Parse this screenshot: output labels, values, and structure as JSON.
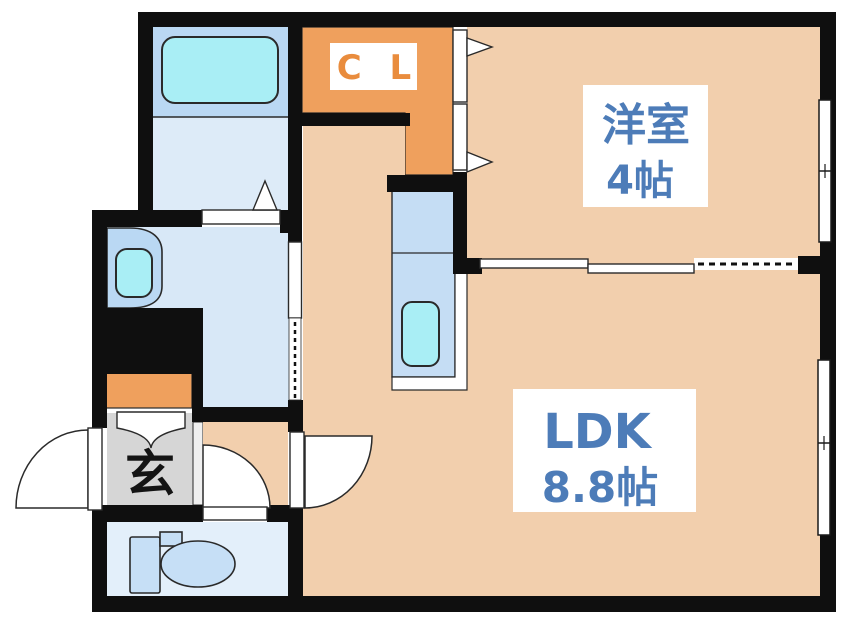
{
  "diagram_type": "apartment-floor-plan",
  "rooms": {
    "western_room": {
      "name": "洋室",
      "size": "4帖"
    },
    "ldk": {
      "name": "LDK",
      "size": "8.8帖"
    },
    "closet": {
      "label": "C L"
    },
    "entrance": {
      "label": "玄"
    }
  },
  "colors": {
    "wall": "#0f0f0f",
    "floor_peach": "#f2cfad",
    "closet_orange": "#efa05d",
    "label_blue": "#4d7cb8",
    "label_orange": "#e98c3d",
    "water_cyan": "#a9eef5",
    "bathtub_surround_blue": "#bad8f3",
    "bathroom_floor_blue": "#ddebf8",
    "washroom_floor_blue": "#d8e8f7",
    "kitchen_counter_blue": "#c5ddf4",
    "toilet_fixture_blue": "#c6dff6",
    "toilet_floor_blue": "#e3effa",
    "entrance_gray": "#d6d6d6"
  }
}
